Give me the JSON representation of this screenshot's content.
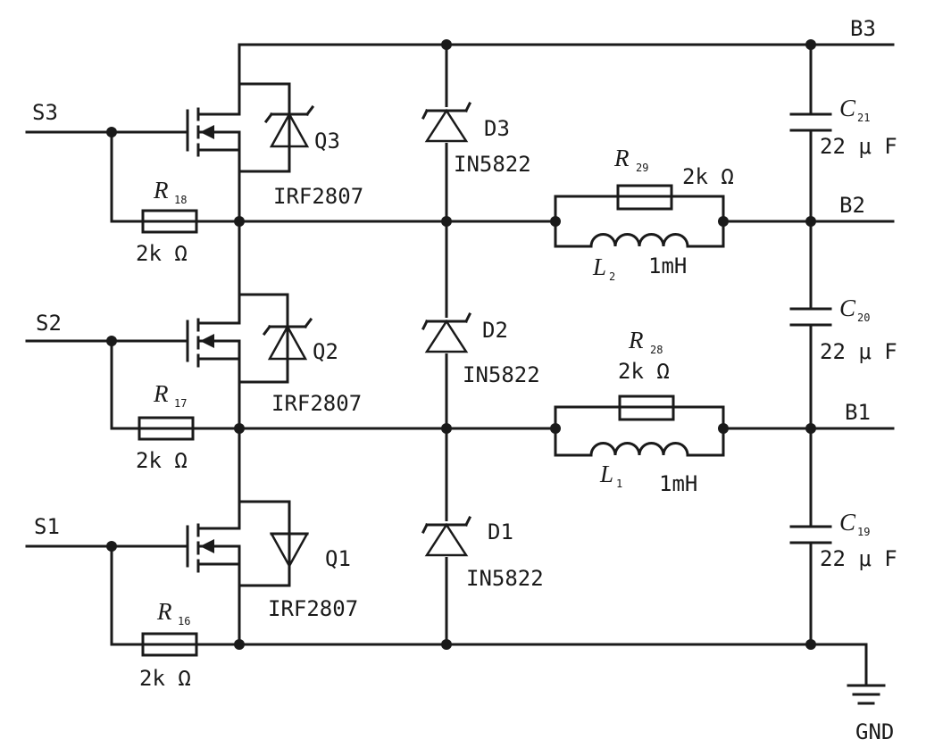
{
  "nets": {
    "b3": "B3",
    "b2": "B2",
    "b1": "B1",
    "gnd": "GND"
  },
  "signals": [
    "S3",
    "S2",
    "S1"
  ],
  "mosfets": [
    {
      "name": "Q3",
      "part": "IRF2807"
    },
    {
      "name": "Q2",
      "part": "IRF2807"
    },
    {
      "name": "Q1",
      "part": "IRF2807"
    }
  ],
  "gate_resistors": [
    {
      "sym": "R",
      "sub": "18",
      "value": "2k Ω"
    },
    {
      "sym": "R",
      "sub": "17",
      "value": "2k Ω"
    },
    {
      "sym": "R",
      "sub": "16",
      "value": "2k Ω"
    }
  ],
  "diodes": [
    {
      "name": "D3",
      "part": "IN5822"
    },
    {
      "name": "D2",
      "part": "IN5822"
    },
    {
      "name": "D1",
      "part": "IN5822"
    }
  ],
  "shunt_resistors": [
    {
      "sym": "R",
      "sub": "29",
      "value": "2k Ω"
    },
    {
      "sym": "R",
      "sub": "28",
      "value": "2k Ω"
    }
  ],
  "inductors": [
    {
      "sym": "L",
      "sub": "2",
      "value": "1mH"
    },
    {
      "sym": "L",
      "sub": "1",
      "value": "1mH"
    }
  ],
  "capacitors": [
    {
      "sym": "C",
      "sub": "21",
      "value": "22 μ F"
    },
    {
      "sym": "C",
      "sub": "20",
      "value": "22 μ F"
    },
    {
      "sym": "C",
      "sub": "19",
      "value": "22 μ F"
    }
  ]
}
